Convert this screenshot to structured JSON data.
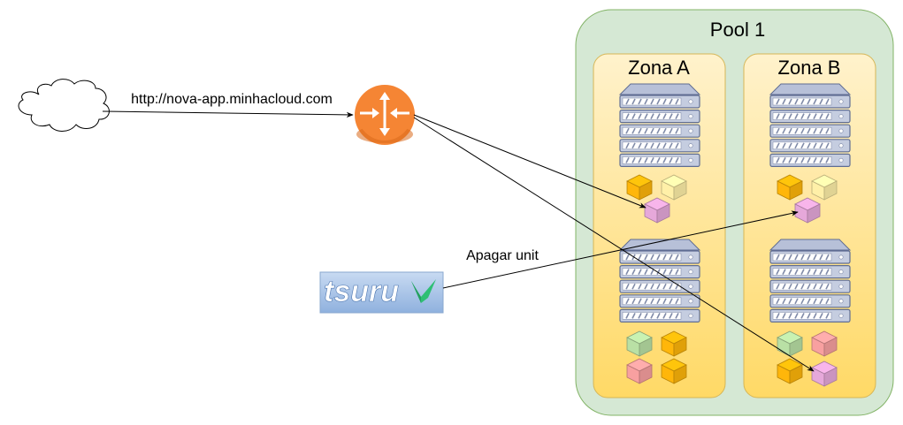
{
  "url_label": "http://nova-app.minhacloud.com",
  "action_label": "Apagar unit",
  "tsuru_logo_text": "tsuru",
  "pool": {
    "title": "Pool 1"
  },
  "zones": [
    {
      "title": "Zona A"
    },
    {
      "title": "Zona B"
    }
  ],
  "icons": {
    "cloud": "cloud-icon",
    "router": "router-icon",
    "server": "server-rack-icon",
    "unit": "cube-icon",
    "logo": "tsuru-logo"
  },
  "colors": {
    "pool_fill": "#d5e8d4",
    "pool_stroke": "#82b366",
    "zone_fill_top": "#fff2cc",
    "zone_fill_bottom": "#ffd966",
    "zone_stroke": "#d6b656",
    "router": "#f58534",
    "server_fill": "#c5cde0",
    "server_stroke": "#5f6d92",
    "cube_orange": "#ffb60a",
    "cube_light_yellow": "#fff0a8",
    "cube_pink": "#e6a8da",
    "cube_green": "#b9e0a5",
    "cube_red": "#f8a0a0",
    "logo_bg": "#a6c4e8",
    "logo_check": "#2ebf74"
  }
}
